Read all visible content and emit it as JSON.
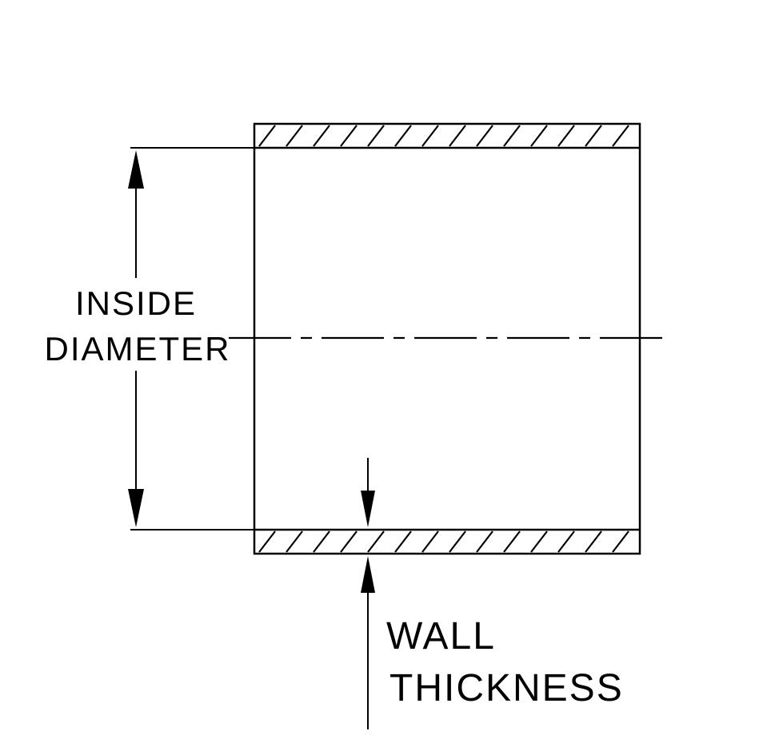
{
  "diagram": {
    "type": "engineering-cross-section",
    "subject": "tube-wall-section",
    "labels": {
      "inside_diameter_line1": "INSIDE",
      "inside_diameter_line2": "DIAMETER",
      "wall_thickness_line1": "WALL",
      "wall_thickness_line2": "THICKNESS"
    }
  },
  "colors": {
    "line": "#000000",
    "background": "#ffffff"
  }
}
